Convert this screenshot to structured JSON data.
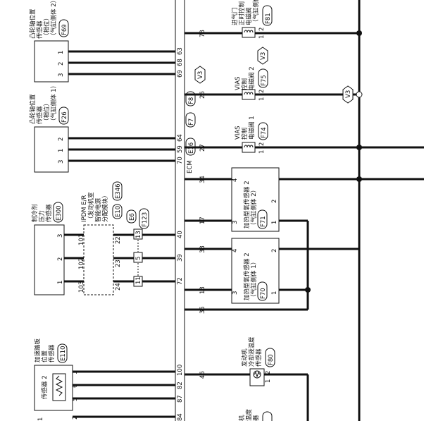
{
  "ecm_label": "ECM",
  "camshaft_bank2": {
    "lines": [
      "凸轮轴位置",
      "传感器",
      "（相位）",
      "（气缸侧体 2）"
    ],
    "connector": "F69",
    "pins": [
      "1",
      "2",
      "3"
    ],
    "ecm_pins": [
      "63",
      "68",
      "69"
    ]
  },
  "camshaft_bank1": {
    "lines": [
      "凸轮轴位置",
      "传感器",
      "（相位）",
      "（气缸侧体 1）"
    ],
    "connector": "F26",
    "pins": [
      "2",
      "1",
      "3"
    ],
    "ecm_pins": [
      "64",
      "59",
      "70"
    ]
  },
  "ecm_connectors": [
    "E16",
    "F7",
    "F8"
  ],
  "refrigerant": {
    "lines": [
      "制冷剂",
      "压力",
      "传感器"
    ],
    "connector": "E300",
    "pins": [
      "3",
      "2",
      "1"
    ]
  },
  "ipdm": {
    "lines": [
      "IPDM E/R",
      "（发动机室",
      "智能电源",
      "分配模块）"
    ],
    "connector": "E346",
    "connector2": "E10",
    "left_pins": [
      "101",
      "102",
      "103"
    ],
    "right_pins": [
      "22",
      "23",
      "24"
    ]
  },
  "joint_connectors": [
    "E6",
    "F123"
  ],
  "joint_pins": [
    "13",
    "5",
    "11"
  ],
  "ref_ecm_pins": [
    "40",
    "39",
    "72"
  ],
  "pedal": {
    "lines": [
      "加速踏板",
      "位置",
      "传感器"
    ],
    "connector": "E110",
    "sub": "传感器 2",
    "pins": [
      "1",
      "6",
      "5",
      "2",
      "1"
    ],
    "ecm_pins": [
      "100",
      "82",
      "87",
      "84"
    ]
  },
  "intake_timing": {
    "lines": [
      "进气门",
      "正时控制",
      "电磁阀",
      "（气缸侧体 2）"
    ],
    "connector": "F81",
    "pins": [
      "2",
      "1"
    ],
    "ecm_pin": "78"
  },
  "vias2": {
    "lines": [
      "VIAS",
      "控制",
      "电磁阀 2"
    ],
    "connector": "F75",
    "pins": [
      "2",
      "1"
    ],
    "ecm_pin": "26"
  },
  "vias1": {
    "lines": [
      "VIAS",
      "控制",
      "电磁阀 1"
    ],
    "connector": "F74",
    "pins": [
      "2",
      "1"
    ],
    "ecm_pin": "27"
  },
  "v3_label": "V3",
  "ho2s2": {
    "lines": [
      "加热型氧传感器 2",
      "（气缸侧体 2）"
    ],
    "connector": "F71",
    "pins": [
      "4",
      "3",
      "2",
      "1"
    ]
  },
  "ho2s1": {
    "lines": [
      "加热型氧传感器 2",
      "（气缸侧体 1）"
    ],
    "connector": "F70",
    "pins": [
      "4",
      "3",
      "2",
      "1"
    ]
  },
  "ho2_ecm_pins": [
    "34",
    "17",
    "33",
    "13",
    "35"
  ],
  "ect": {
    "lines": [
      "发动机",
      "冷却液温度",
      "传感器"
    ],
    "connector": "F80",
    "pins": [
      "2",
      "1"
    ],
    "ecm_pin": "46"
  },
  "bottom_right": {
    "lines": [
      "机",
      "温度",
      "器"
    ]
  }
}
